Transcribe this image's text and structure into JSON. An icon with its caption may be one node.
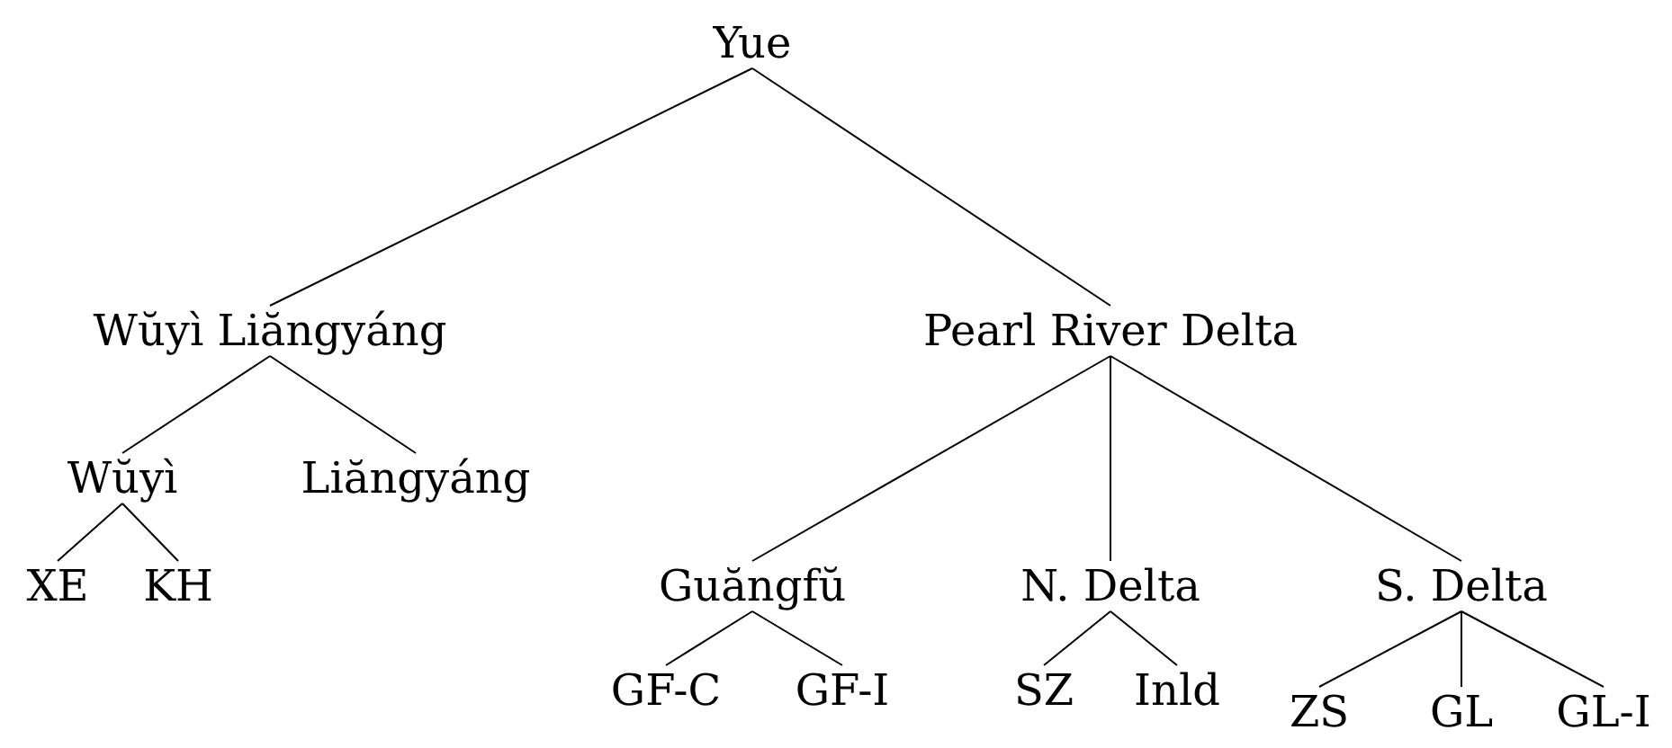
{
  "diagram": {
    "nodes": [
      {
        "text": [
          "Yue"
        ]
      },
      {
        "text": [
          "Wŭyì Liăngyáng"
        ]
      },
      {
        "text": [
          "Pearl River Delta"
        ]
      },
      {
        "text": [
          "Wŭyì"
        ]
      },
      {
        "text": [
          "Liăngyáng"
        ]
      },
      {
        "text": [
          "XE"
        ]
      },
      {
        "text": [
          "KH"
        ]
      },
      {
        "text": [
          "Guăngfŭ"
        ]
      },
      {
        "text": [
          "N. Delta"
        ]
      },
      {
        "text": [
          "S. Delta"
        ]
      },
      {
        "text": [
          "GF-C"
        ]
      },
      {
        "text": [
          "GF-I"
        ]
      },
      {
        "text": [
          "SZ"
        ]
      },
      {
        "text": [
          "Inld"
        ]
      },
      {
        "text": [
          "ZS"
        ]
      },
      {
        "text": [
          "GL"
        ]
      },
      {
        "text": [
          "GL-I"
        ]
      }
    ],
    "edges": [
      {
        "from": 0,
        "to": 1,
        "arrow": "none"
      },
      {
        "from": 0,
        "to": 2,
        "arrow": "none"
      },
      {
        "from": 1,
        "to": 3,
        "arrow": "none"
      },
      {
        "from": 1,
        "to": 4,
        "arrow": "none"
      },
      {
        "from": 3,
        "to": 5,
        "arrow": "none"
      },
      {
        "from": 3,
        "to": 6,
        "arrow": "none"
      },
      {
        "from": 2,
        "to": 7,
        "arrow": "none"
      },
      {
        "from": 2,
        "to": 8,
        "arrow": "none"
      },
      {
        "from": 2,
        "to": 9,
        "arrow": "none"
      },
      {
        "from": 7,
        "to": 10,
        "arrow": "none"
      },
      {
        "from": 7,
        "to": 11,
        "arrow": "none"
      },
      {
        "from": 8,
        "to": 12,
        "arrow": "none"
      },
      {
        "from": 8,
        "to": 13,
        "arrow": "none"
      },
      {
        "from": 9,
        "to": 14,
        "arrow": "none"
      },
      {
        "from": 9,
        "to": 15,
        "arrow": "none"
      },
      {
        "from": 9,
        "to": 16,
        "arrow": "none"
      }
    ]
  }
}
